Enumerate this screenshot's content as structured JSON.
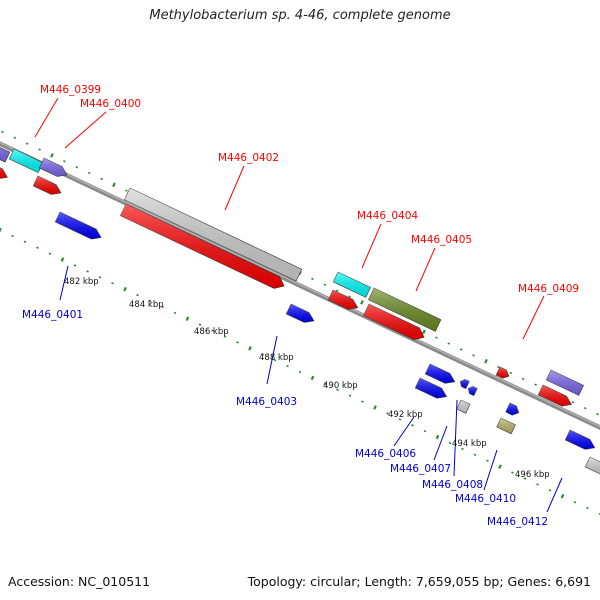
{
  "title": "Methylobacterium sp. 4-46, complete genome",
  "footer": {
    "accession": "Accession: NC_010511",
    "summary": "Topology: circular; Length: 7,659,055 bp; Genes: 6,691"
  },
  "colors": {
    "forward_label": "#ff0000",
    "reverse_label": "#0000cc",
    "backbone": "#808080",
    "tick_marks": "#2e8b2e",
    "gene_red": "#ff0000",
    "gene_blue": "#0000ff",
    "gene_cyan": "#00ffff",
    "gene_purple": "#7b68ee",
    "gene_olive": "#6b8e23",
    "gene_grey": "#d3d3d3",
    "gene_khaki": "#bdb76b"
  },
  "scale_labels": [
    "482 kbp",
    "484 kbp",
    "486 kbp",
    "488 kbp",
    "490 kbp",
    "492 kbp",
    "494 kbp",
    "496 kbp"
  ],
  "forward_genes": [
    "M446_0399",
    "M446_0400",
    "M446_0402",
    "M446_0404",
    "M446_0405",
    "M446_0409"
  ],
  "reverse_genes": [
    "M446_0401",
    "M446_0403",
    "M446_0406",
    "M446_0407",
    "M446_0408",
    "M446_0410",
    "M446_0412"
  ]
}
